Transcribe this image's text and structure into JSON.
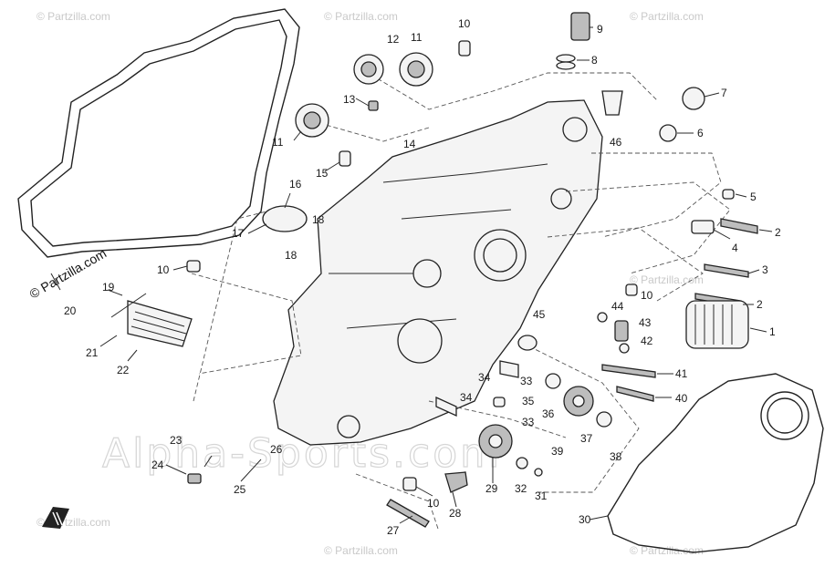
{
  "watermarks": {
    "small": "© Partzilla.com",
    "brand": "© Partzilla.com",
    "large": "Alpha-Sports.com"
  },
  "labels": [
    "1",
    "2",
    "2",
    "3",
    "4",
    "5",
    "6",
    "7",
    "8",
    "9",
    "10",
    "10",
    "10",
    "10",
    "11",
    "11",
    "12",
    "13",
    "14",
    "15",
    "16",
    "17",
    "18",
    "18",
    "19",
    "20",
    "21",
    "22",
    "23",
    "24",
    "25",
    "26",
    "27",
    "28",
    "29",
    "30",
    "31",
    "32",
    "33",
    "33",
    "34",
    "34",
    "35",
    "36",
    "37",
    "38",
    "39",
    "40",
    "41",
    "42",
    "43",
    "44",
    "45",
    "46"
  ]
}
